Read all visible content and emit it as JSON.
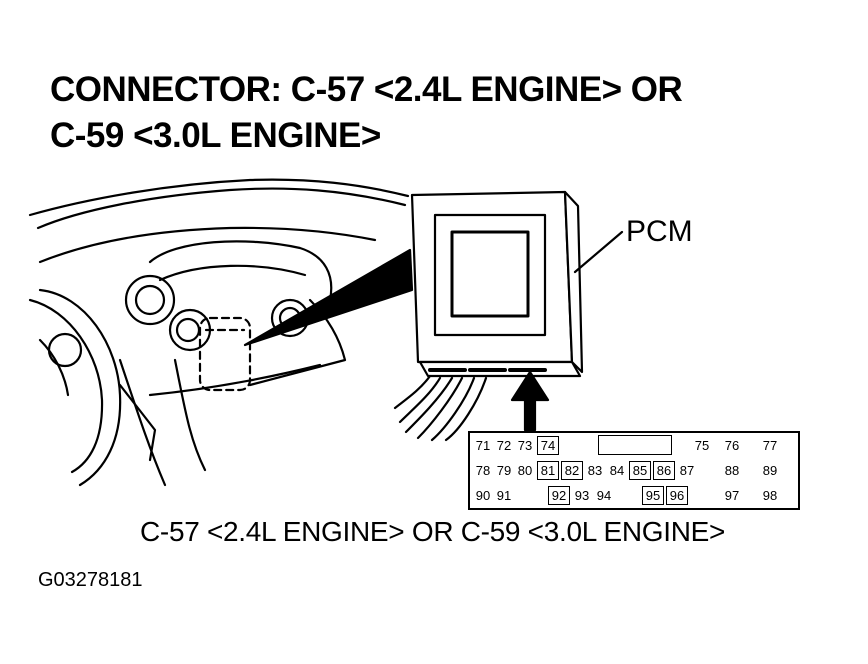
{
  "title": {
    "line1": "CONNECTOR: C-57 <2.4L ENGINE> OR",
    "line2": "C-59 <3.0L ENGINE>"
  },
  "pcm_label": "PCM",
  "caption": "C-57 <2.4L ENGINE> OR C-59 <3.0L ENGINE>",
  "figure_id": "G03278181",
  "connector": {
    "rows": [
      [
        "71",
        "72",
        "73",
        "74",
        "75",
        "76",
        "77"
      ],
      [
        "78",
        "79",
        "80",
        "81",
        "82",
        "83",
        "84",
        "85",
        "86",
        "87",
        "88",
        "89"
      ],
      [
        "90",
        "91",
        "92",
        "93",
        "94",
        "95",
        "96",
        "97",
        "98"
      ]
    ]
  }
}
